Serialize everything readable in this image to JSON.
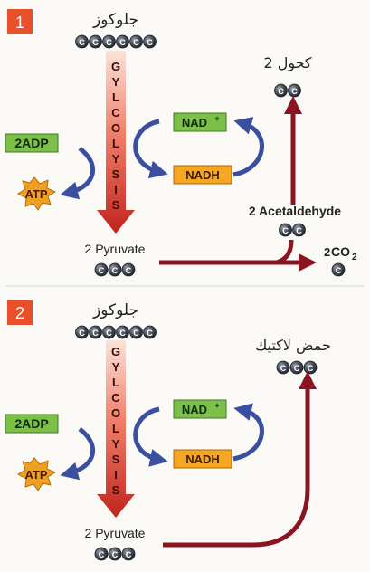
{
  "panels": [
    {
      "number": "1",
      "glucose_label": "جلوكوز",
      "glucose_carbons": [
        "C",
        "C",
        "C",
        "C",
        "C",
        "C"
      ],
      "glycolysis_letters": [
        "G",
        "Y",
        "L",
        "C",
        "O",
        "L",
        "Y",
        "S",
        "I",
        "S"
      ],
      "adp_label": "2ADP",
      "atp_label": "ATP",
      "nad_label": "NAD",
      "nad_sup": "+",
      "nadh_label": "NADH",
      "pyruvate_label": "2 Pyruvate",
      "pyruvate_carbons": [
        "C",
        "C",
        "C"
      ],
      "acetaldehyde_label": "2 Acetaldehyde",
      "acetaldehyde_carbons": [
        "C",
        "C"
      ],
      "co2_prefix": "2",
      "co2_label": "CO",
      "co2_sub": "2",
      "co2_carbons": [
        "C"
      ],
      "product_label": "2 كحول",
      "product_carbons": [
        "C",
        "C"
      ]
    },
    {
      "number": "2",
      "glucose_label": "جلوكوز",
      "glucose_carbons": [
        "C",
        "C",
        "C",
        "C",
        "C",
        "C"
      ],
      "glycolysis_letters": [
        "G",
        "Y",
        "L",
        "C",
        "O",
        "L",
        "Y",
        "S",
        "I",
        "S"
      ],
      "adp_label": "2ADP",
      "atp_label": "ATP",
      "nad_label": "NAD",
      "nad_sup": "+",
      "nadh_label": "NADH",
      "pyruvate_label": "2 Pyruvate",
      "pyruvate_carbons": [
        "C",
        "C",
        "C"
      ],
      "product_label": "حمض لاكتيك",
      "product_carbons": [
        "C",
        "C",
        "C"
      ]
    }
  ],
  "colors": {
    "number_badge": "#e8502a",
    "nad_box": "#7cc04a",
    "adp_box": "#7cc04a",
    "nadh_box": "#f5a623",
    "atp_star": "#f0a020",
    "dark_red_arrow": "#8a1420",
    "blue_arrow": "#3b4fa0",
    "carbon_ball": "#3d4450",
    "divider": "#cfd6e6"
  }
}
